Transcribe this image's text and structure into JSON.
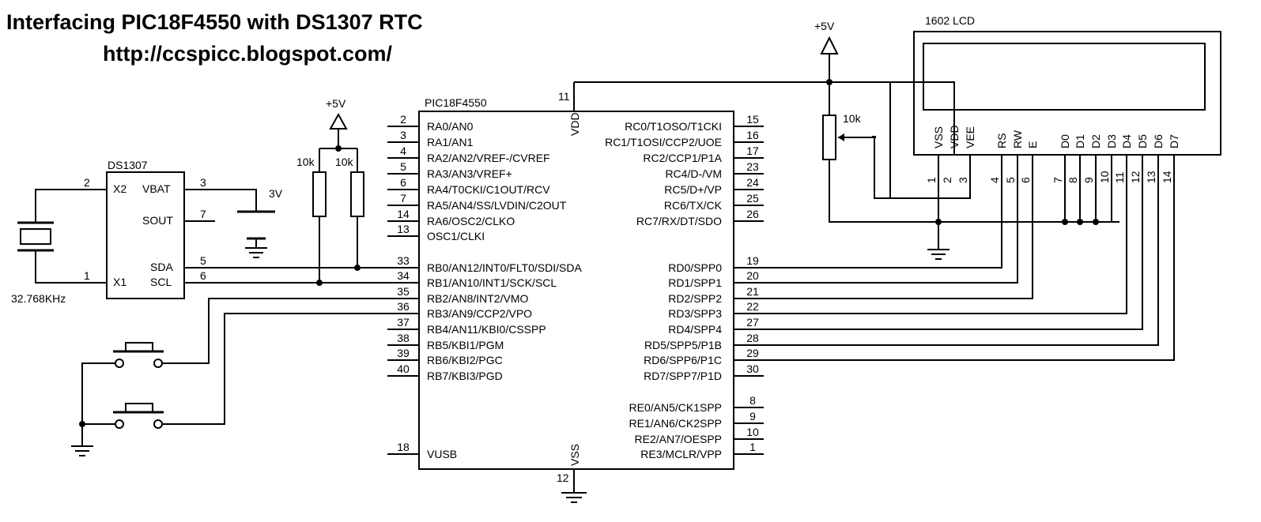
{
  "header": {
    "title": "Interfacing PIC18F4550 with DS1307 RTC",
    "url": "http://ccspicc.blogspot.com/"
  },
  "mcu": {
    "name": "PIC18F4550",
    "vdd_label": "VDD",
    "vdd_pin": "11",
    "vss_label": "VSS",
    "vss_pin": "12",
    "left_pins": [
      {
        "num": "2",
        "label": "RA0/AN0"
      },
      {
        "num": "3",
        "label": "RA1/AN1"
      },
      {
        "num": "4",
        "label": "RA2/AN2/VREF-/CVREF"
      },
      {
        "num": "5",
        "label": "RA3/AN3/VREF+"
      },
      {
        "num": "6",
        "label": "RA4/T0CKI/C1OUT/RCV"
      },
      {
        "num": "7",
        "label": "RA5/AN4/SS/LVDIN/C2OUT"
      },
      {
        "num": "14",
        "label": "RA6/OSC2/CLKO"
      },
      {
        "num": "13",
        "label": "OSC1/CLKI"
      },
      {
        "num": "33",
        "label": "RB0/AN12/INT0/FLT0/SDI/SDA"
      },
      {
        "num": "34",
        "label": "RB1/AN10/INT1/SCK/SCL"
      },
      {
        "num": "35",
        "label": "RB2/AN8/INT2/VMO"
      },
      {
        "num": "36",
        "label": "RB3/AN9/CCP2/VPO"
      },
      {
        "num": "37",
        "label": "RB4/AN11/KBI0/CSSPP"
      },
      {
        "num": "38",
        "label": "RB5/KBI1/PGM"
      },
      {
        "num": "39",
        "label": "RB6/KBI2/PGC"
      },
      {
        "num": "40",
        "label": "RB7/KBI3/PGD"
      },
      {
        "num": "18",
        "label": "VUSB"
      }
    ],
    "right_pins": [
      {
        "num": "15",
        "label": "RC0/T1OSO/T1CKI"
      },
      {
        "num": "16",
        "label": "RC1/T1OSI/CCP2/UOE"
      },
      {
        "num": "17",
        "label": "RC2/CCP1/P1A"
      },
      {
        "num": "23",
        "label": "RC4/D-/VM"
      },
      {
        "num": "24",
        "label": "RC5/D+/VP"
      },
      {
        "num": "25",
        "label": "RC6/TX/CK"
      },
      {
        "num": "26",
        "label": "RC7/RX/DT/SDO"
      },
      {
        "num": "19",
        "label": "RD0/SPP0"
      },
      {
        "num": "20",
        "label": "RD1/SPP1"
      },
      {
        "num": "21",
        "label": "RD2/SPP2"
      },
      {
        "num": "22",
        "label": "RD3/SPP3"
      },
      {
        "num": "27",
        "label": "RD4/SPP4"
      },
      {
        "num": "28",
        "label": "RD5/SPP5/P1B"
      },
      {
        "num": "29",
        "label": "RD6/SPP6/P1C"
      },
      {
        "num": "30",
        "label": "RD7/SPP7/P1D"
      },
      {
        "num": "8",
        "label": "RE0/AN5/CK1SPP"
      },
      {
        "num": "9",
        "label": "RE1/AN6/CK2SPP"
      },
      {
        "num": "10",
        "label": "RE2/AN7/OESPP"
      },
      {
        "num": "1",
        "label": "RE3/MCLR/VPP"
      }
    ]
  },
  "rtc": {
    "name": "DS1307",
    "pins": [
      {
        "num": "2",
        "label": "X2"
      },
      {
        "num": "1",
        "label": "X1"
      },
      {
        "num": "3",
        "label": "VBAT"
      },
      {
        "num": "7",
        "label": "SOUT"
      },
      {
        "num": "5",
        "label": "SDA"
      },
      {
        "num": "6",
        "label": "SCL"
      }
    ],
    "crystal": "32.768KHz",
    "battery": "3V"
  },
  "pullups": {
    "supply": "+5V",
    "r1": "10k",
    "r2": "10k"
  },
  "lcd": {
    "name": "1602 LCD",
    "supply": "+5V",
    "pot": "10k",
    "pins": [
      {
        "num": "1",
        "label": "VSS"
      },
      {
        "num": "2",
        "label": "VDD"
      },
      {
        "num": "3",
        "label": "VEE"
      },
      {
        "num": "4",
        "label": "RS"
      },
      {
        "num": "5",
        "label": "RW"
      },
      {
        "num": "6",
        "label": "E"
      },
      {
        "num": "7",
        "label": "D0"
      },
      {
        "num": "8",
        "label": "D1"
      },
      {
        "num": "9",
        "label": "D2"
      },
      {
        "num": "10",
        "label": "D3"
      },
      {
        "num": "11",
        "label": "D4"
      },
      {
        "num": "12",
        "label": "D5"
      },
      {
        "num": "13",
        "label": "D6"
      },
      {
        "num": "14",
        "label": "D7"
      }
    ]
  }
}
